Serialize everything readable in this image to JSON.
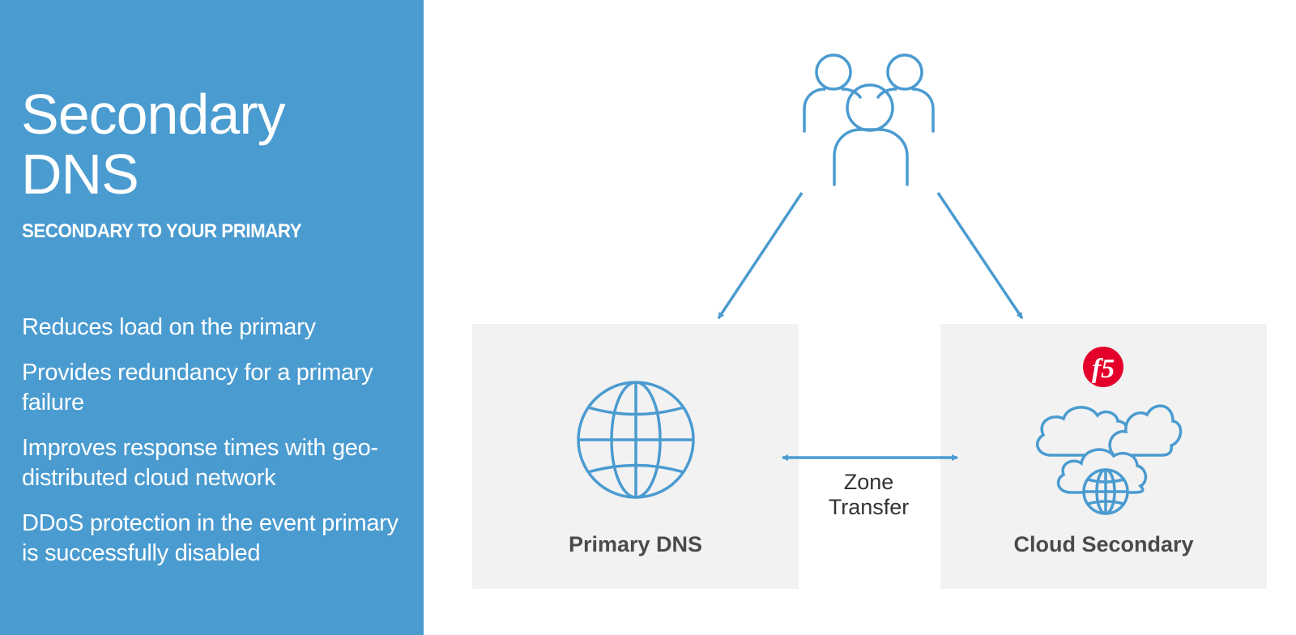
{
  "sidebar": {
    "title_line1": "Secondary",
    "title_line2": "DNS",
    "subtitle": "SECONDARY TO YOUR PRIMARY",
    "bullets": [
      "Reduces load on the primary",
      "Provides redundancy for a primary failure",
      "Improves response times with geo-distributed cloud network",
      "DDoS protection in the event primary is successfully disabled"
    ]
  },
  "diagram": {
    "users_icon": "users-group-icon",
    "primary_label": "Primary DNS",
    "primary_icon": "globe-icon",
    "secondary_label": "Cloud Secondary",
    "secondary_icon": "cloud-globe-icon",
    "logo_text": "f5",
    "transfer_line1": "Zone",
    "transfer_line2": "Transfer"
  },
  "colors": {
    "panel": "#4a9bd0",
    "accent": "#4a9bd0",
    "box": "#f2f2f2",
    "logo": "#e4002b"
  }
}
